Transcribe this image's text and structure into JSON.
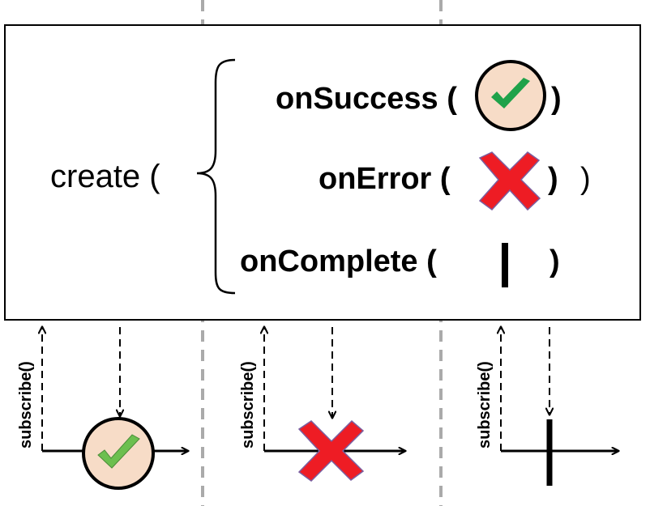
{
  "create_box": {
    "create_label": "create (",
    "handlers": [
      {
        "label": "onSuccess (",
        "close": ")"
      },
      {
        "label": "onError (",
        "close": ")"
      },
      {
        "label": "onComplete (",
        "close": ")"
      }
    ],
    "outer_close": ")"
  },
  "lanes": [
    {
      "subscribe_label": "subscribe()",
      "event": "success"
    },
    {
      "subscribe_label": "subscribe()",
      "event": "error"
    },
    {
      "subscribe_label": "subscribe()",
      "event": "complete"
    }
  ],
  "colors": {
    "success_fill": "#f7dcc7",
    "check_green": "#1fa24a",
    "check_green_light": "#6cbf4f",
    "error_red": "#ee1c24",
    "lane_divider": "#aaaaaa"
  }
}
